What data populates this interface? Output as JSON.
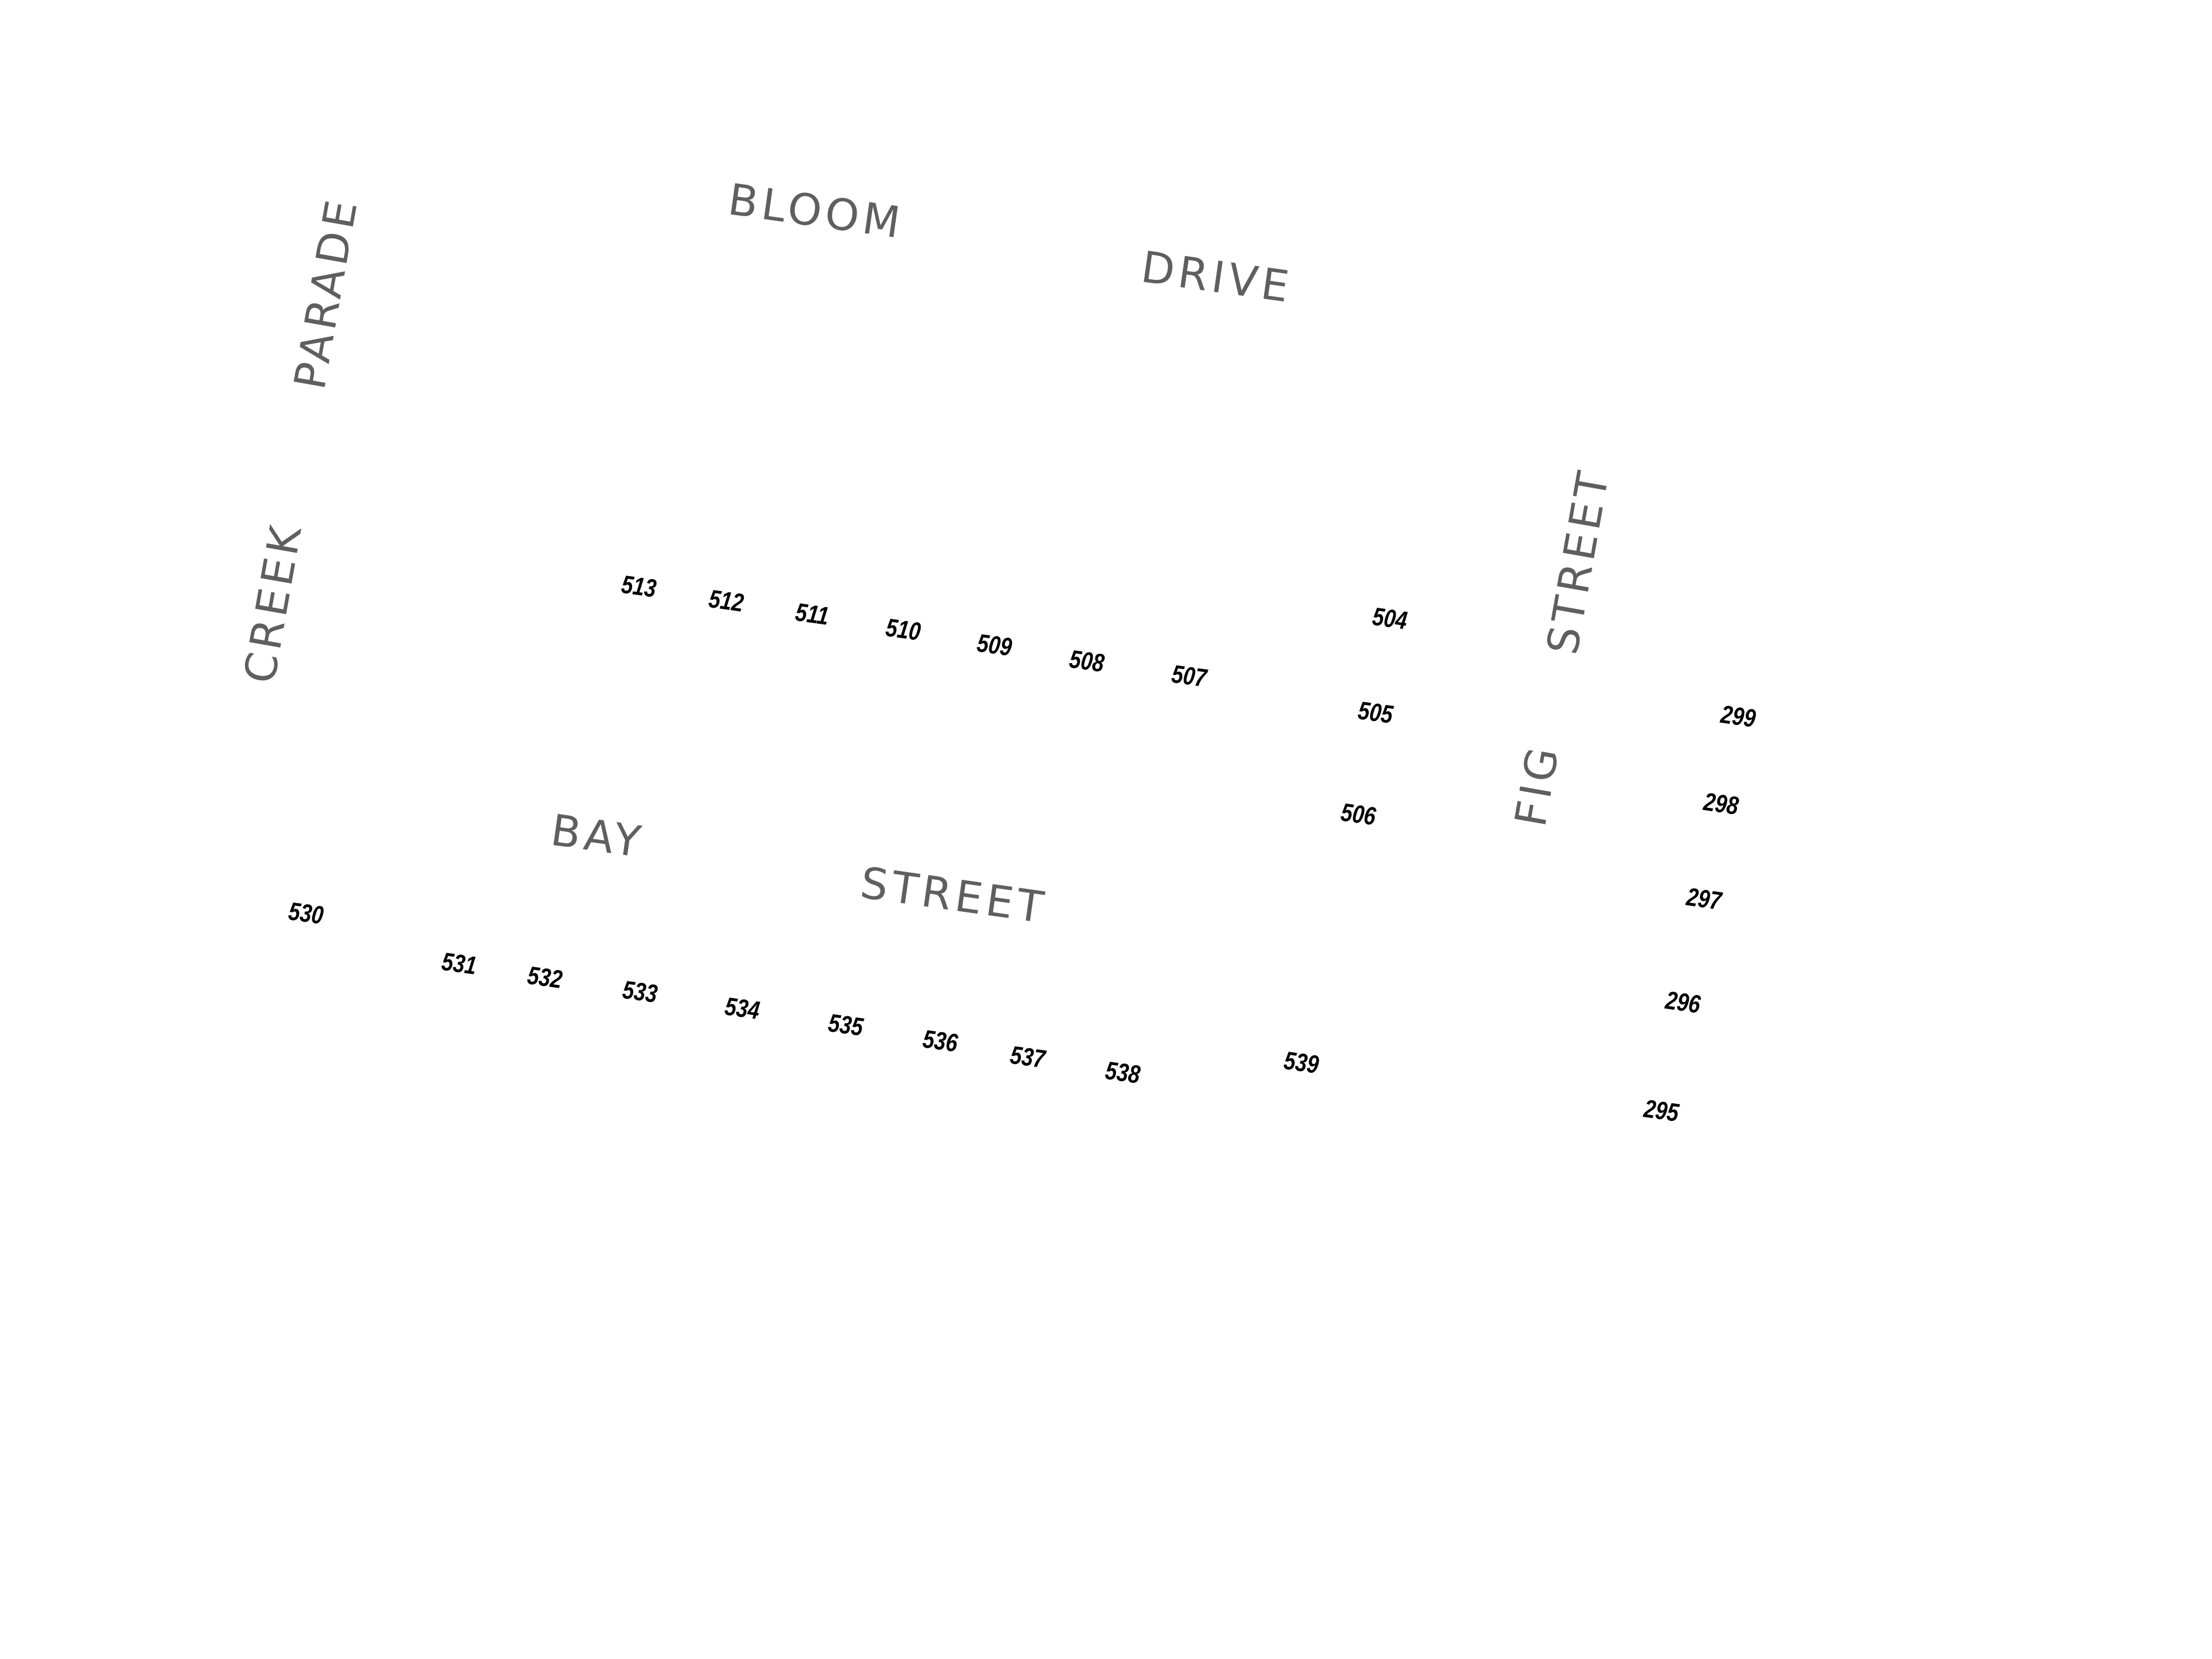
{
  "map": {
    "background_color": "#ffffff",
    "street_label_color": "#5f5f5f",
    "lot_label_color": "#000000",
    "street_labels": [
      {
        "id": "parade",
        "text": "PARADE"
      },
      {
        "id": "creek",
        "text": "CREEK"
      },
      {
        "id": "bloom",
        "text": "BLOOM"
      },
      {
        "id": "drive",
        "text": "DRIVE"
      },
      {
        "id": "fig-street-upper",
        "text": "STREET"
      },
      {
        "id": "fig",
        "text": "FIG"
      },
      {
        "id": "bay",
        "text": "BAY"
      },
      {
        "id": "bay-street",
        "text": "STREET"
      }
    ],
    "lot_numbers": [
      "513",
      "512",
      "511",
      "510",
      "509",
      "508",
      "507",
      "504",
      "505",
      "506",
      "299",
      "298",
      "297",
      "296",
      "295",
      "530",
      "531",
      "532",
      "533",
      "534",
      "535",
      "536",
      "537",
      "538",
      "539"
    ]
  }
}
